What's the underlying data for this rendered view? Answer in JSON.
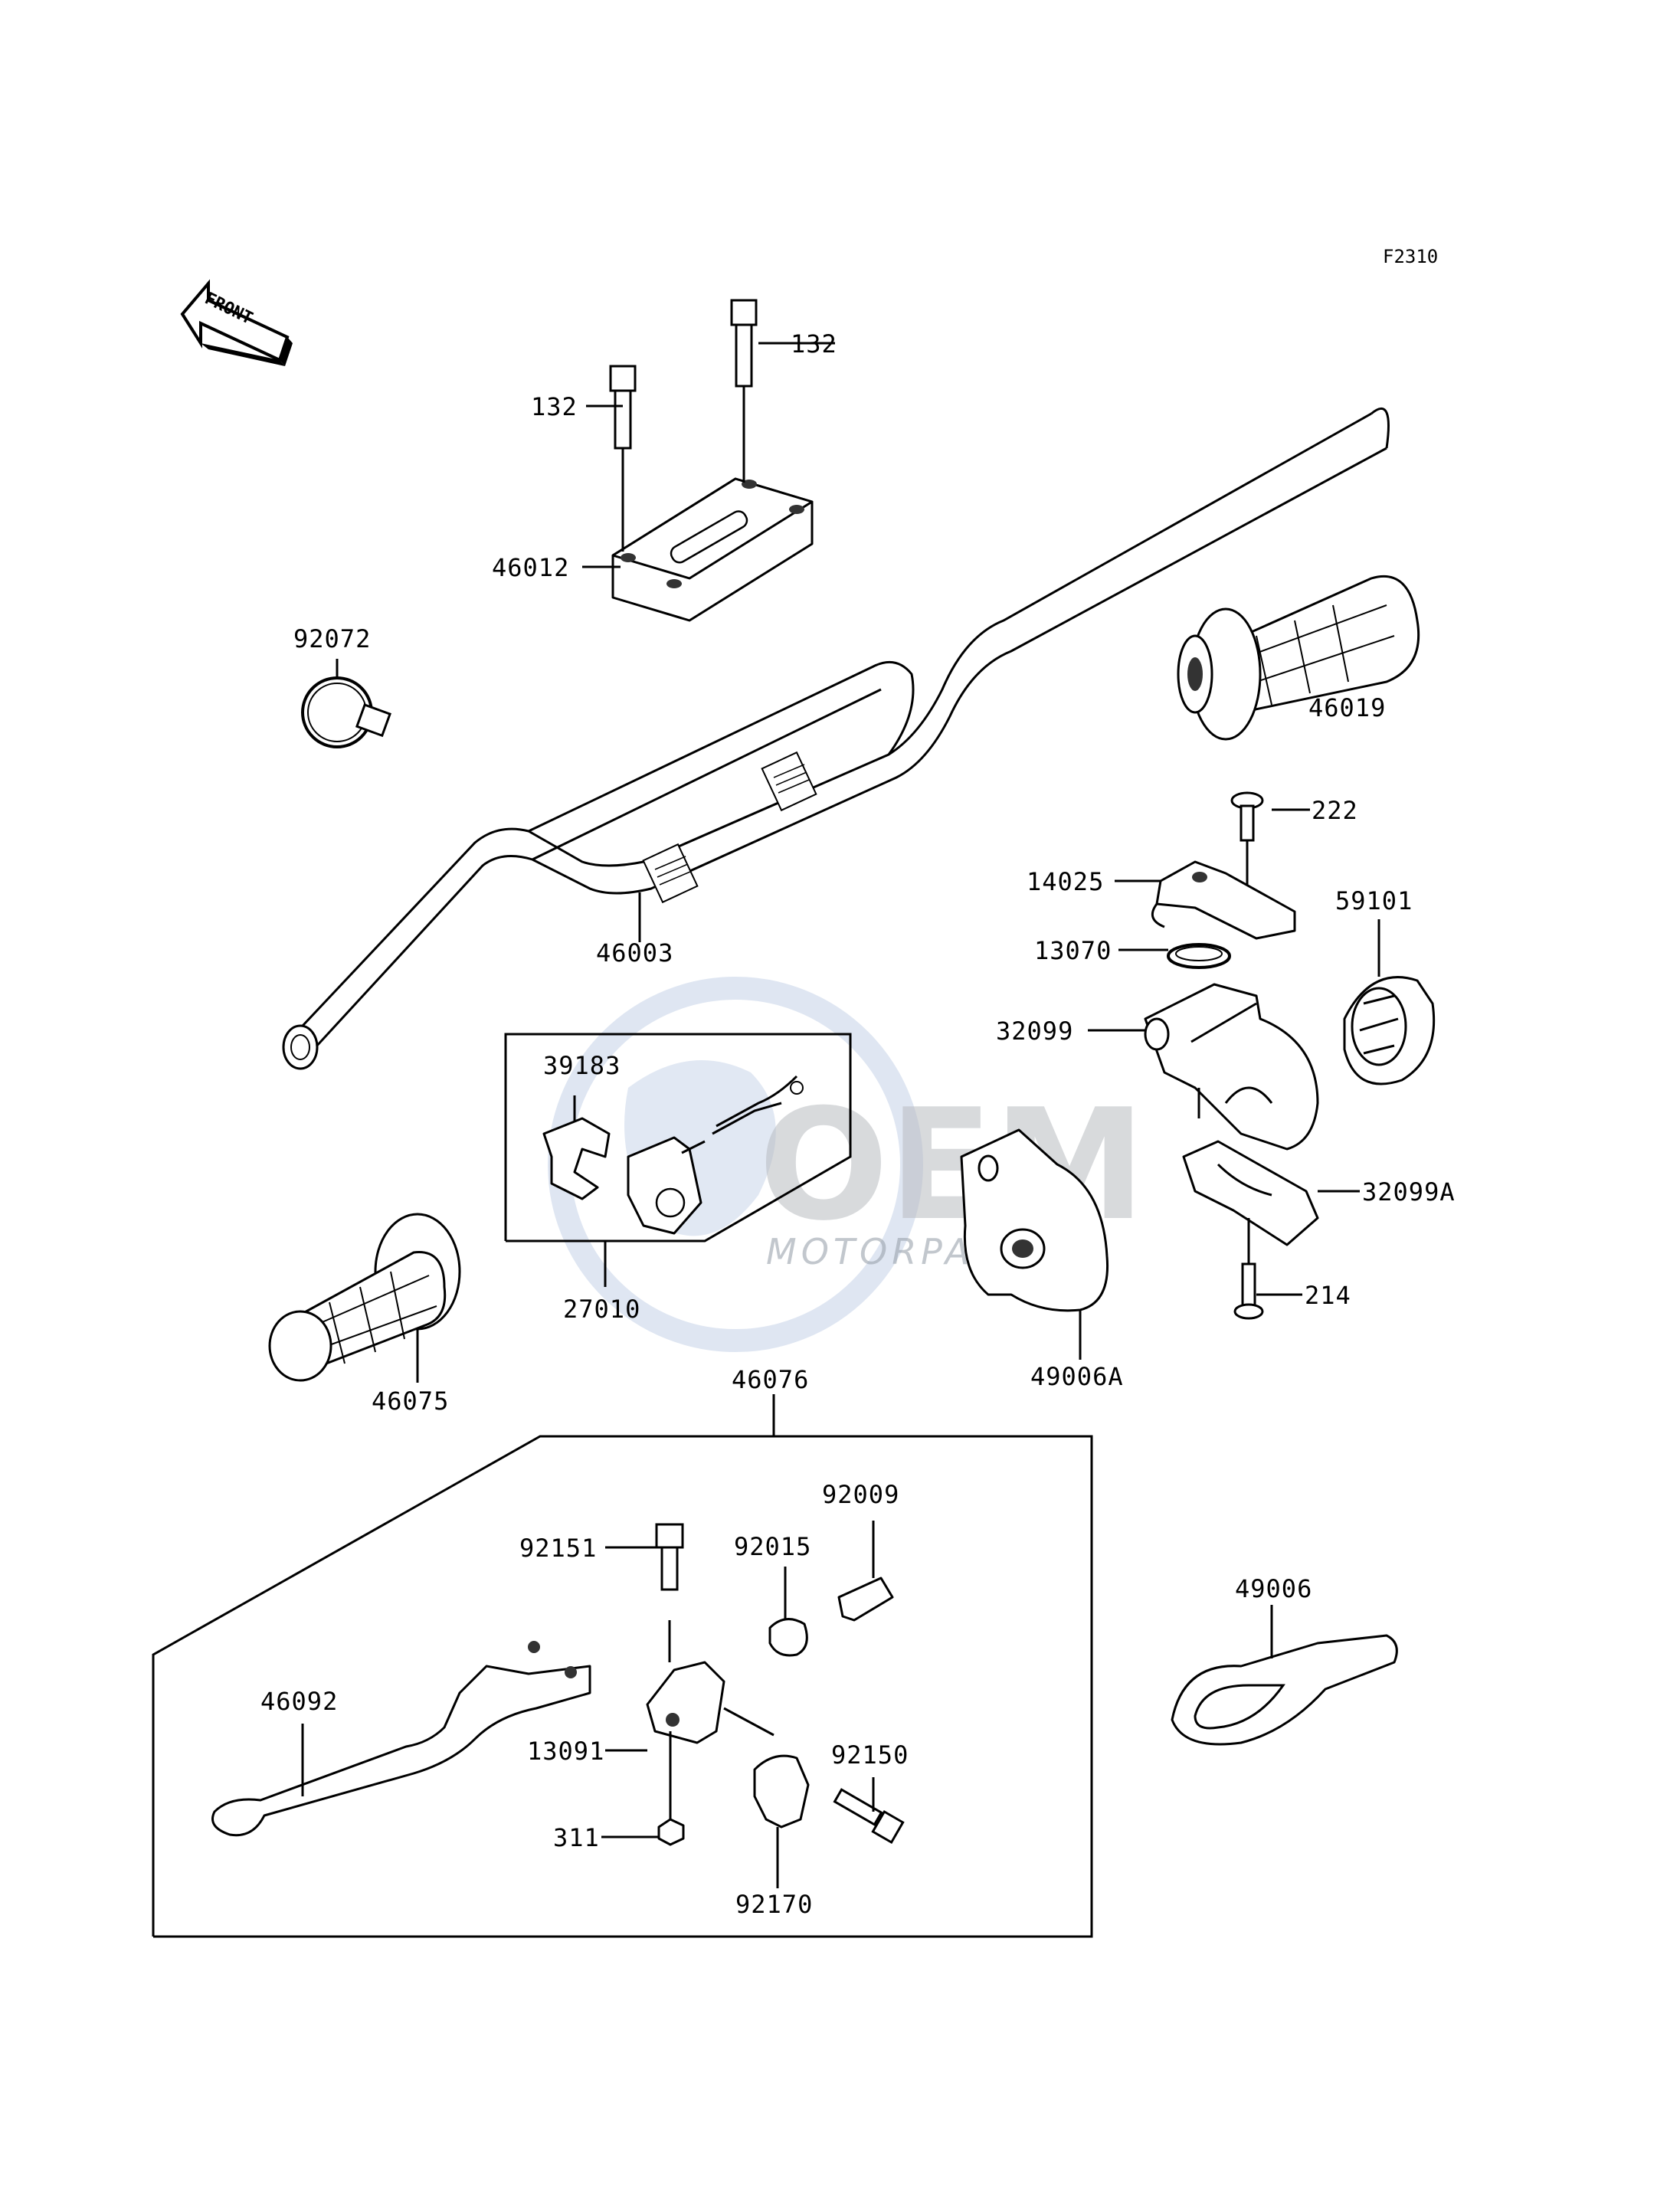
{
  "figure_code": "F2310",
  "front_marker": "FRONT",
  "watermark": {
    "main": "OEM",
    "sub": "MOTORPARTS"
  },
  "labels": {
    "p132a": "132",
    "p132b": "132",
    "p46012": "46012",
    "p92072": "92072",
    "p46019": "46019",
    "p222": "222",
    "p14025": "14025",
    "p59101": "59101",
    "p13070": "13070",
    "p46003": "46003",
    "p32099": "32099",
    "p39183": "39183",
    "p32099A": "32099A",
    "p214": "214",
    "p27010": "27010",
    "p49006A": "49006A",
    "p46075": "46075",
    "p46076": "46076",
    "p92009": "92009",
    "p92151": "92151",
    "p92015": "92015",
    "p49006": "49006",
    "p46092": "46092",
    "p13091": "13091",
    "p92150": "92150",
    "p311": "311",
    "p92170": "92170"
  }
}
